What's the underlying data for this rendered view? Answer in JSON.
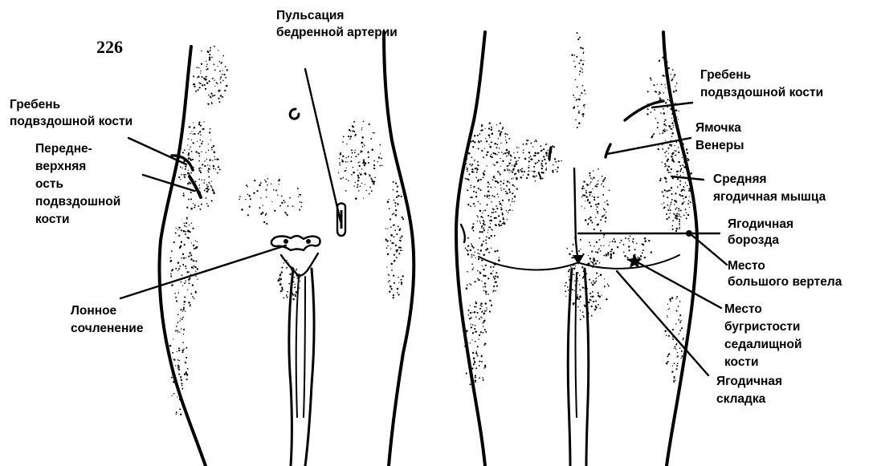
{
  "figure": {
    "number": "226",
    "anterior_labels": {
      "femoral_pulse": [
        "Пульсация",
        "бедренной артерии"
      ],
      "iliac_crest": [
        "Гребень",
        "подвздошной кости"
      ],
      "asis": [
        "Передне-",
        "верхняя",
        "ость",
        "подвздошной",
        "кости"
      ],
      "pubic_symphysis": [
        "Лонное",
        "сочленение"
      ]
    },
    "posterior_labels": {
      "iliac_crest": [
        "Гребень",
        "подвздошной кости"
      ],
      "venus_dimple": [
        "Ямочка",
        "Венеры"
      ],
      "gluteus_medius": [
        "Средняя",
        "ягодичная мышца"
      ],
      "gluteal_sulcus": [
        "Ягодичная",
        "борозда"
      ],
      "greater_trochanter": [
        "Место",
        "большого вертела"
      ],
      "ischial_tuberosity": [
        "Место",
        "бугристости",
        "седалищной",
        "кости"
      ],
      "gluteal_fold": [
        "Ягодичная",
        "складка"
      ]
    }
  },
  "colors": {
    "ink": "#000000",
    "paper": "#ffffff"
  }
}
